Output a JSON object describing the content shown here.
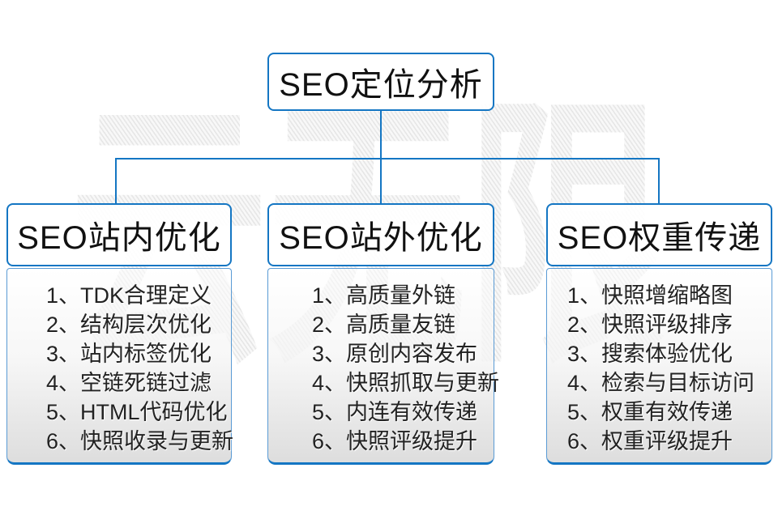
{
  "root": {
    "title": "SEO定位分析"
  },
  "columns": [
    {
      "header": "SEO站内优化",
      "items": [
        "1、TDK合理定义",
        "2、结构层次优化",
        "3、站内标签优化",
        "4、空链死链过滤",
        "5、HTML代码优化",
        "6、快照收录与更新"
      ]
    },
    {
      "header": "SEO站外优化",
      "items": [
        "1、高质量外链",
        "2、高质量友链",
        "3、原创内容发布",
        "4、快照抓取与更新",
        "5、内连有效传递",
        "6、快照评级提升"
      ]
    },
    {
      "header": "SEO权重传递",
      "items": [
        "1、快照增缩略图",
        "2、快照评级排序",
        "3、搜索体验优化",
        "4、检索与目标访问",
        "5、权重有效传递",
        "6、权重评级提升"
      ]
    }
  ],
  "watermark": "云无限",
  "colors": {
    "accent_blue": "#1476c3",
    "panel_gray": "#dcdcdc",
    "text": "#1a1a1a",
    "watermark_gray": "#e7e7e7"
  }
}
